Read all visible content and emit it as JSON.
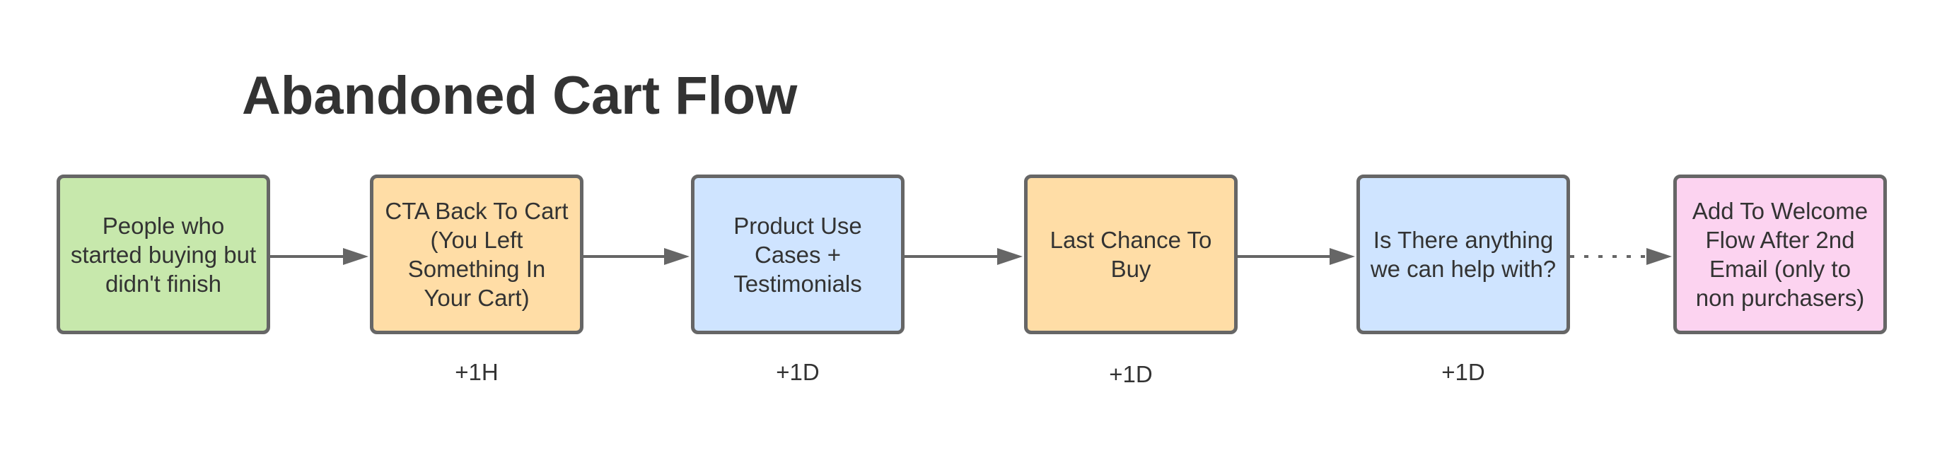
{
  "title": "Abandoned Cart Flow",
  "colors": {
    "green": "#c7e8ac",
    "orange": "#ffdda6",
    "blue": "#cfe4ff",
    "pink": "#fcd3f0",
    "border": "#666666",
    "text": "#333333"
  },
  "steps": [
    {
      "label": "People who started buying but didn't finish",
      "color": "green",
      "delay": ""
    },
    {
      "label": "CTA Back To Cart (You Left Something In Your Cart)",
      "color": "orange",
      "delay": "+1H"
    },
    {
      "label": "Product Use Cases + Testimonials",
      "color": "blue",
      "delay": "+1D"
    },
    {
      "label": "Last Chance To Buy",
      "color": "orange",
      "delay": "+1D"
    },
    {
      "label": "Is There anything we can help with?",
      "color": "blue",
      "delay": "+1D"
    },
    {
      "label": "Add To Welcome Flow After 2nd Email (only to non purchasers)",
      "color": "pink",
      "delay": ""
    }
  ],
  "connectors": [
    {
      "from": 0,
      "to": 1,
      "style": "solid"
    },
    {
      "from": 1,
      "to": 2,
      "style": "solid"
    },
    {
      "from": 2,
      "to": 3,
      "style": "solid"
    },
    {
      "from": 3,
      "to": 4,
      "style": "solid"
    },
    {
      "from": 4,
      "to": 5,
      "style": "dotted"
    }
  ]
}
